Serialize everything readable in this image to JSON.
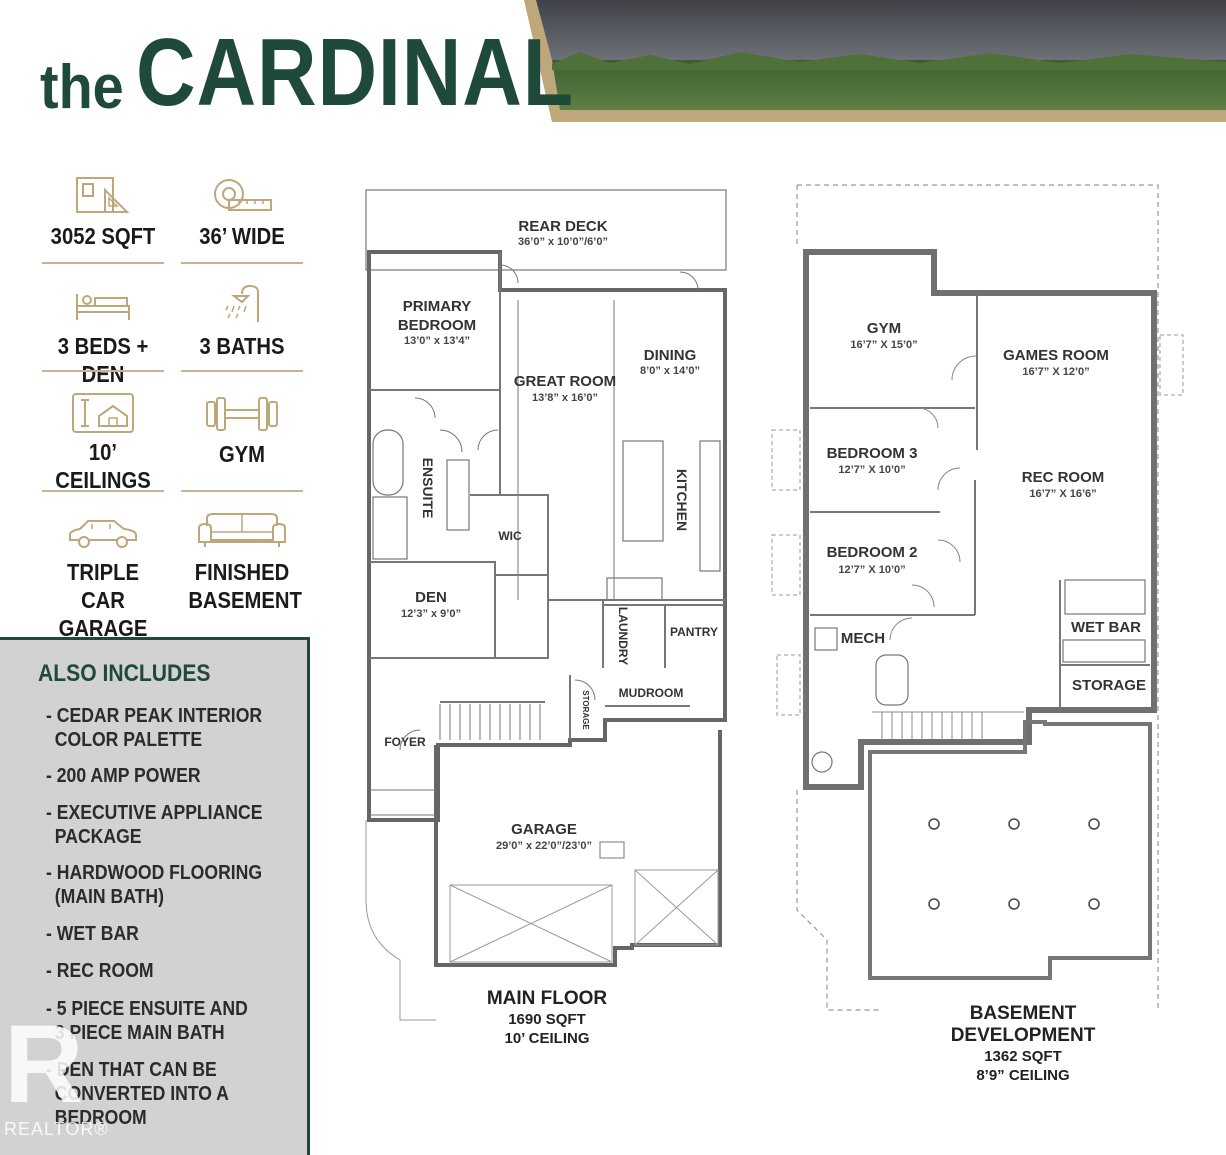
{
  "title": {
    "prefix": "the",
    "name": "CARDINAL"
  },
  "colors": {
    "brand_green": "#1f4a3a",
    "gold": "#bda77b",
    "panel_grey": "#d2d2d4"
  },
  "features": [
    {
      "icon": "floorplan-icon",
      "label": "3052 SQFT"
    },
    {
      "icon": "tape-measure-icon",
      "label": "36’ WIDE"
    },
    {
      "icon": "bed-icon",
      "label": "3 BEDS + DEN"
    },
    {
      "icon": "shower-icon",
      "label": "3 BATHS"
    },
    {
      "icon": "ceiling-height-icon",
      "label": "10’ CEILINGS"
    },
    {
      "icon": "dumbbell-icon",
      "label": "GYM"
    },
    {
      "icon": "car-icon",
      "label_lines": [
        "TRIPLE CAR",
        "GARAGE"
      ]
    },
    {
      "icon": "sofa-icon",
      "label_lines": [
        "FINISHED",
        "BASEMENT"
      ]
    }
  ],
  "also_includes": {
    "heading": "ALSO INCLUDES",
    "items": [
      [
        "- CEDAR PEAK INTERIOR",
        "COLOR PALETTE"
      ],
      [
        "- 200 AMP POWER"
      ],
      [
        "- EXECUTIVE APPLIANCE",
        "PACKAGE"
      ],
      [
        "- HARDWOOD FLOORING",
        "(MAIN BATH)"
      ],
      [
        "- WET BAR"
      ],
      [
        "- REC ROOM"
      ],
      [
        "- 5 PIECE ENSUITE AND",
        "3 PIECE MAIN BATH"
      ],
      [
        "- DEN THAT CAN BE",
        "CONVERTED INTO A",
        "BEDROOM"
      ]
    ]
  },
  "main_floor": {
    "rooms": {
      "rear_deck": {
        "name": "REAR DECK",
        "dim": "36’0” x 10’0”/6’0”"
      },
      "primary_bedroom": {
        "name_lines": [
          "PRIMARY",
          "BEDROOM"
        ],
        "dim": "13’0” x 13’4”"
      },
      "great_room": {
        "name": "GREAT ROOM",
        "dim": "13’8” x 16’0”"
      },
      "dining": {
        "name": "DINING",
        "dim": "8’0” x 14’0”"
      },
      "kitchen": {
        "name": "KITCHEN"
      },
      "ensuite": {
        "name": "ENSUITE"
      },
      "wic": {
        "name": "WIC"
      },
      "den": {
        "name": "DEN",
        "dim": "12’3” x 9’0”"
      },
      "laundry": {
        "name": "LAUNDRY"
      },
      "pantry": {
        "name": "PANTRY"
      },
      "mudroom": {
        "name": "MUDROOM"
      },
      "storage": {
        "name": "STORAGE"
      },
      "foyer": {
        "name": "FOYER"
      },
      "garage": {
        "name": "GARAGE",
        "dim": "29’0” x 22’0”/23’0”"
      }
    },
    "caption": {
      "title": "MAIN FLOOR",
      "sqft": "1690 SQFT",
      "ceiling": "10’ CEILING"
    }
  },
  "basement": {
    "rooms": {
      "gym": {
        "name": "GYM",
        "dim": "16’7” X 15’0”"
      },
      "games_room": {
        "name": "GAMES ROOM",
        "dim": "16’7” X 12’0”"
      },
      "bedroom_3": {
        "name": "BEDROOM 3",
        "dim": "12’7” X 10’0”"
      },
      "rec_room": {
        "name": "REC ROOM",
        "dim": "16’7” X 16’6”"
      },
      "bedroom_2": {
        "name": "BEDROOM 2",
        "dim": "12’7” X 10’0”"
      },
      "wet_bar": {
        "name": "WET BAR"
      },
      "mech": {
        "name": "MECH"
      },
      "storage": {
        "name": "STORAGE"
      }
    },
    "caption": {
      "title_lines": [
        "BASEMENT",
        "DEVELOPMENT"
      ],
      "sqft": "1362 SQFT",
      "ceiling": "8’9” CEILING"
    }
  },
  "watermark": {
    "mark": "R",
    "word": "REALTOR®"
  }
}
